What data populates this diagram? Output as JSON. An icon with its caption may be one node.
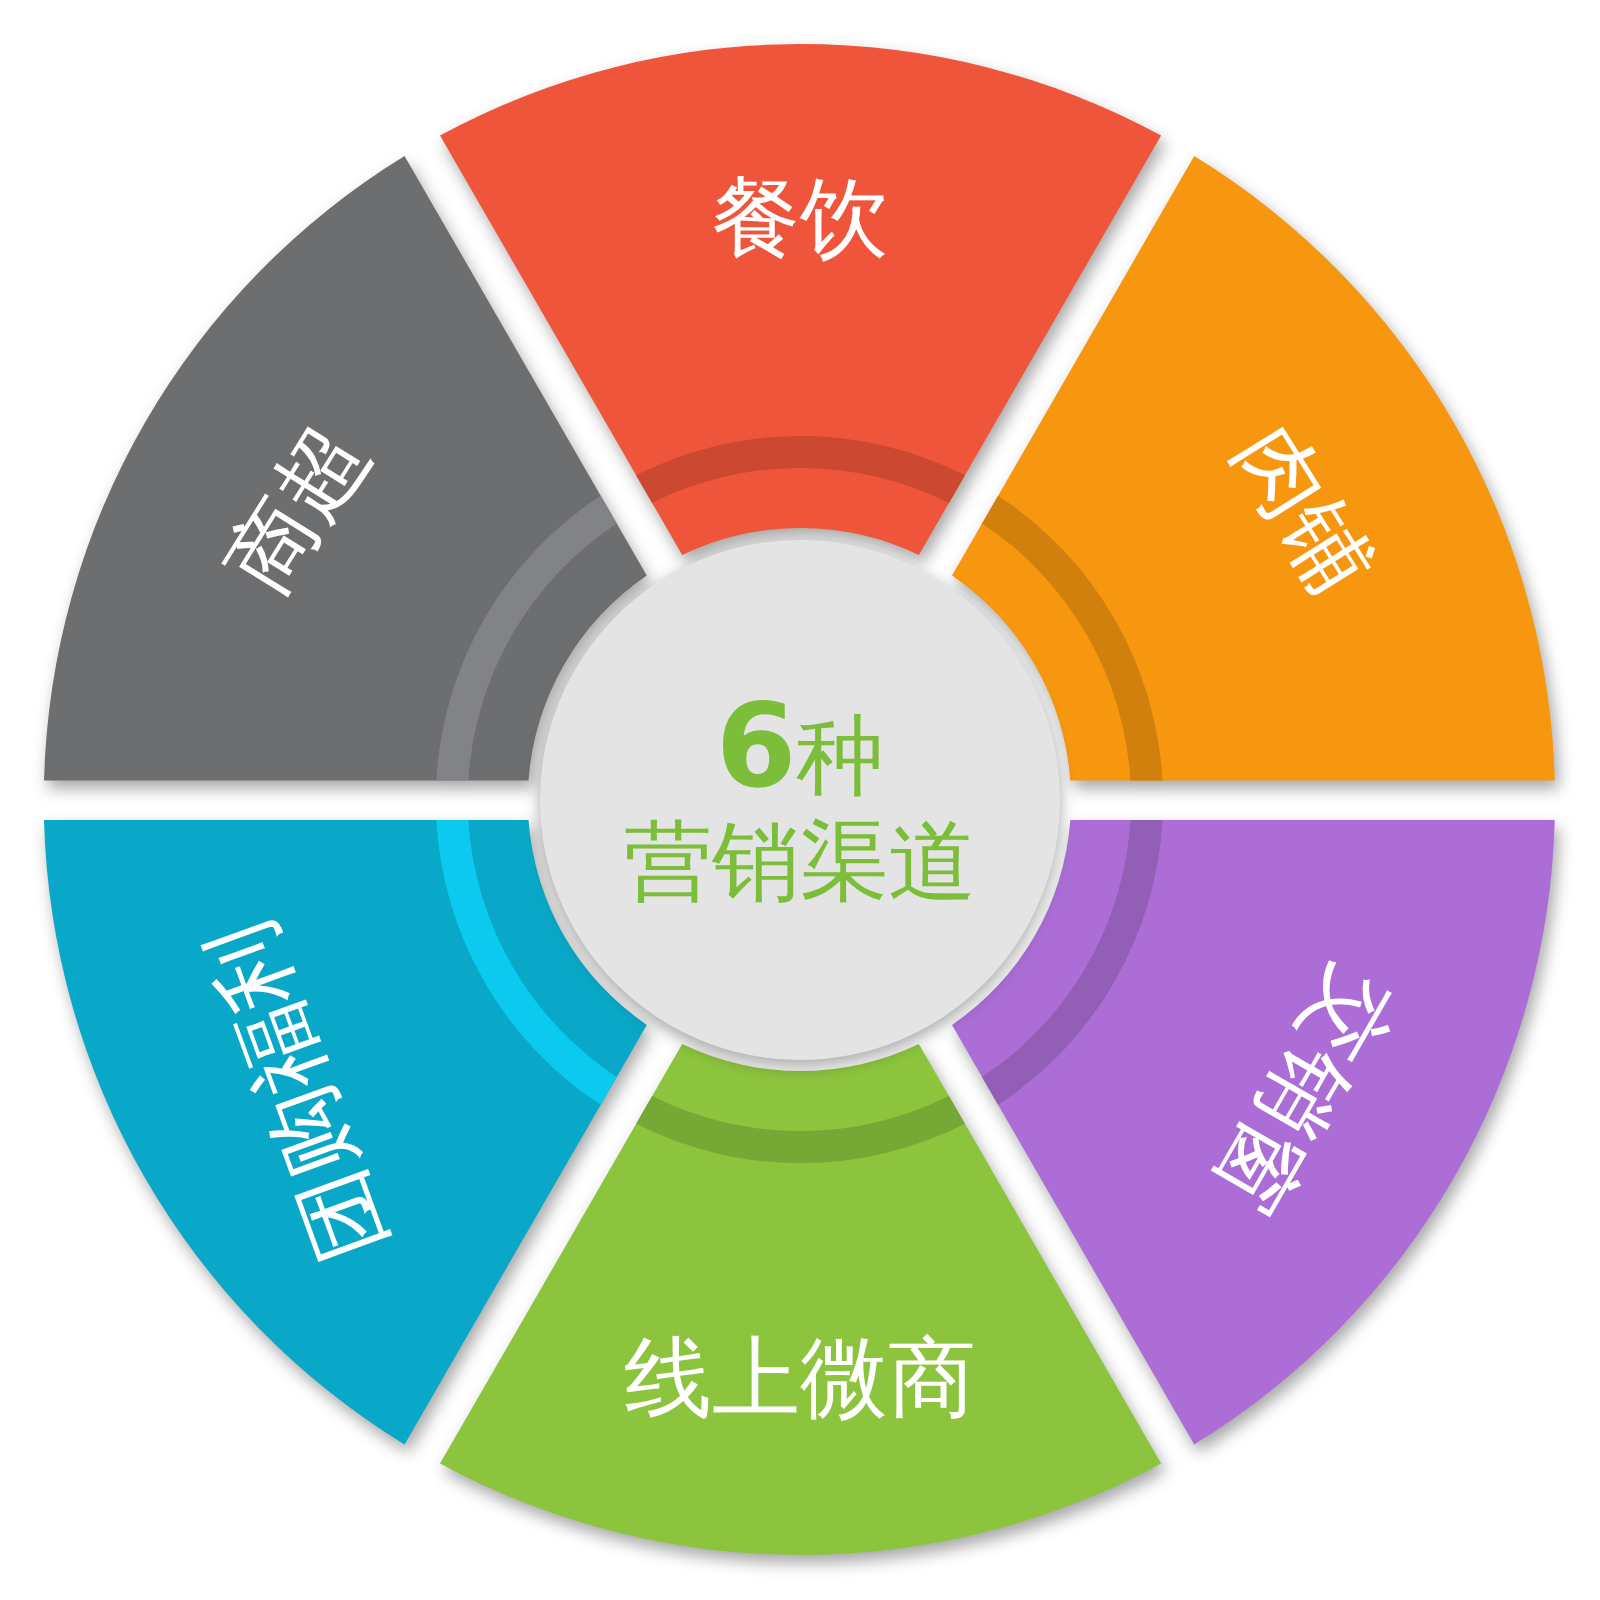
{
  "diagram": {
    "nodes": [
      {
        "text": [
          "**6**种",
          "营销渠道"
        ]
      },
      {
        "text": [
          "餐饮"
        ]
      },
      {
        "text": [
          "肉铺"
        ]
      },
      {
        "text": [
          "交销窗"
        ]
      },
      {
        "text": [
          "线上微商"
        ]
      },
      {
        "text": [
          "团购福利"
        ]
      },
      {
        "text": [
          "商超"
        ]
      }
    ]
  }
}
